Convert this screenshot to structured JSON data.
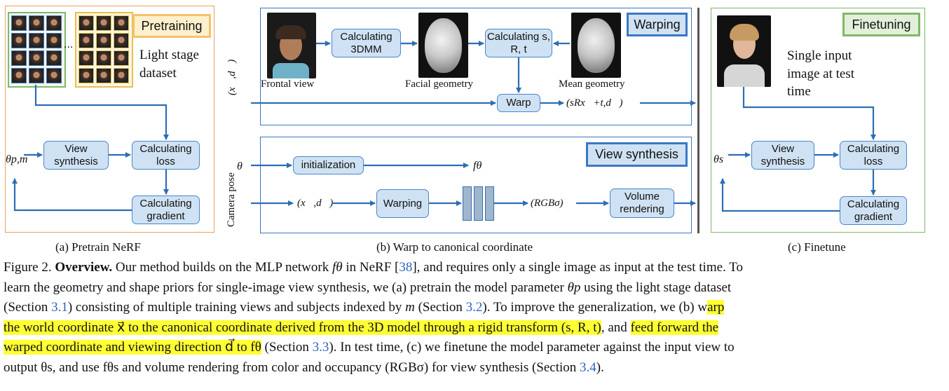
{
  "panel_a": {
    "tag": "Pretraining",
    "dataset_line1": "Light stage",
    "dataset_line2": "dataset",
    "ellipsis": "...",
    "input_label": "θp,m",
    "box_view": "View synthesis",
    "box_loss": "Calculating loss",
    "box_gradient": "Calculating gradient",
    "caption": "(a) Pretrain NeRF"
  },
  "panel_b": {
    "tag_warping": "Warping",
    "tag_view_synthesis": "View synthesis",
    "frontal_view": "Frontal view",
    "box_3dmm": "Calculating 3DMM",
    "facial_geometry": "Facial geometry",
    "box_srt": "Calculating s, R, t",
    "mean_geometry": "Mean geometry",
    "box_warp": "Warp",
    "input_xd": "(x⃗,d⃗)",
    "warp_output": "(sRx⃗+t,d⃗)",
    "theta": "θ",
    "box_init": "initialization",
    "f_theta": "fθ",
    "camera_pose": "Camera pose",
    "xd2": "(x⃗,d⃗)",
    "box_warping": "Warping",
    "rgb_sigma": "(RGBσ)",
    "box_volume": "Volume rendering",
    "caption": "(b) Warp to canonical coordinate"
  },
  "panel_c": {
    "tag": "Finetuning",
    "desc_line1": "Single input",
    "desc_line2": "image at test",
    "desc_line3": "time",
    "input_label": "θs",
    "box_view": "View synthesis",
    "box_loss": "Calculating loss",
    "box_gradient": "Calculating gradient",
    "caption": "(c) Finetune"
  },
  "figure_caption": {
    "l1_a": "Figure 2. ",
    "l1_bold": "Overview.",
    "l1_b": " Our method builds on the MLP network ",
    "l1_m1": "fθ",
    "l1_c": " in NeRF [",
    "l1_ref": "38",
    "l1_d": "], and requires only a single image as input at the test time. To",
    "l2_a": "learn the geometry and shape priors for single-image view synthesis, we (a) pretrain the model parameter ",
    "l2_m": "θp",
    "l2_b": " using the light stage dataset",
    "l3_a": "(Section ",
    "l3_ref1": "3.1",
    "l3_b": ") consisting of multiple training views and subjects indexed by ",
    "l3_m": "m",
    "l3_c": " (Section ",
    "l3_ref2": "3.2",
    "l3_d": "). To improve the generalization, we (b) w",
    "l3_hl": "arp",
    "l4_hl1": "the world coordinate x⃗ to the canonical coordinate derived from the 3D model through a rigid transform (s, R, t)",
    "l4_b": ", and ",
    "l4_hl2": "feed forward the",
    "l5_hl": "warped coordinate and viewing direction d⃗ to fθ",
    "l5_a": " (Section ",
    "l5_ref": "3.3",
    "l5_b": "). In test time, (c) we finetune the model parameter against the input view to",
    "l6_a": "output θs, and use fθs and volume rendering from color and occupancy (RGBσ) for view synthesis (Section ",
    "l6_ref": "3.4",
    "l6_b": ")."
  },
  "colors": {
    "panel_a_border": "#e8a060",
    "panel_c_border": "#7fb86a",
    "panel_b_border": "#3a78c2",
    "box_fill": "#cfe2f3",
    "arrow": "#2e6db4",
    "highlight": "#ffff33",
    "ref": "#2f63c0"
  }
}
